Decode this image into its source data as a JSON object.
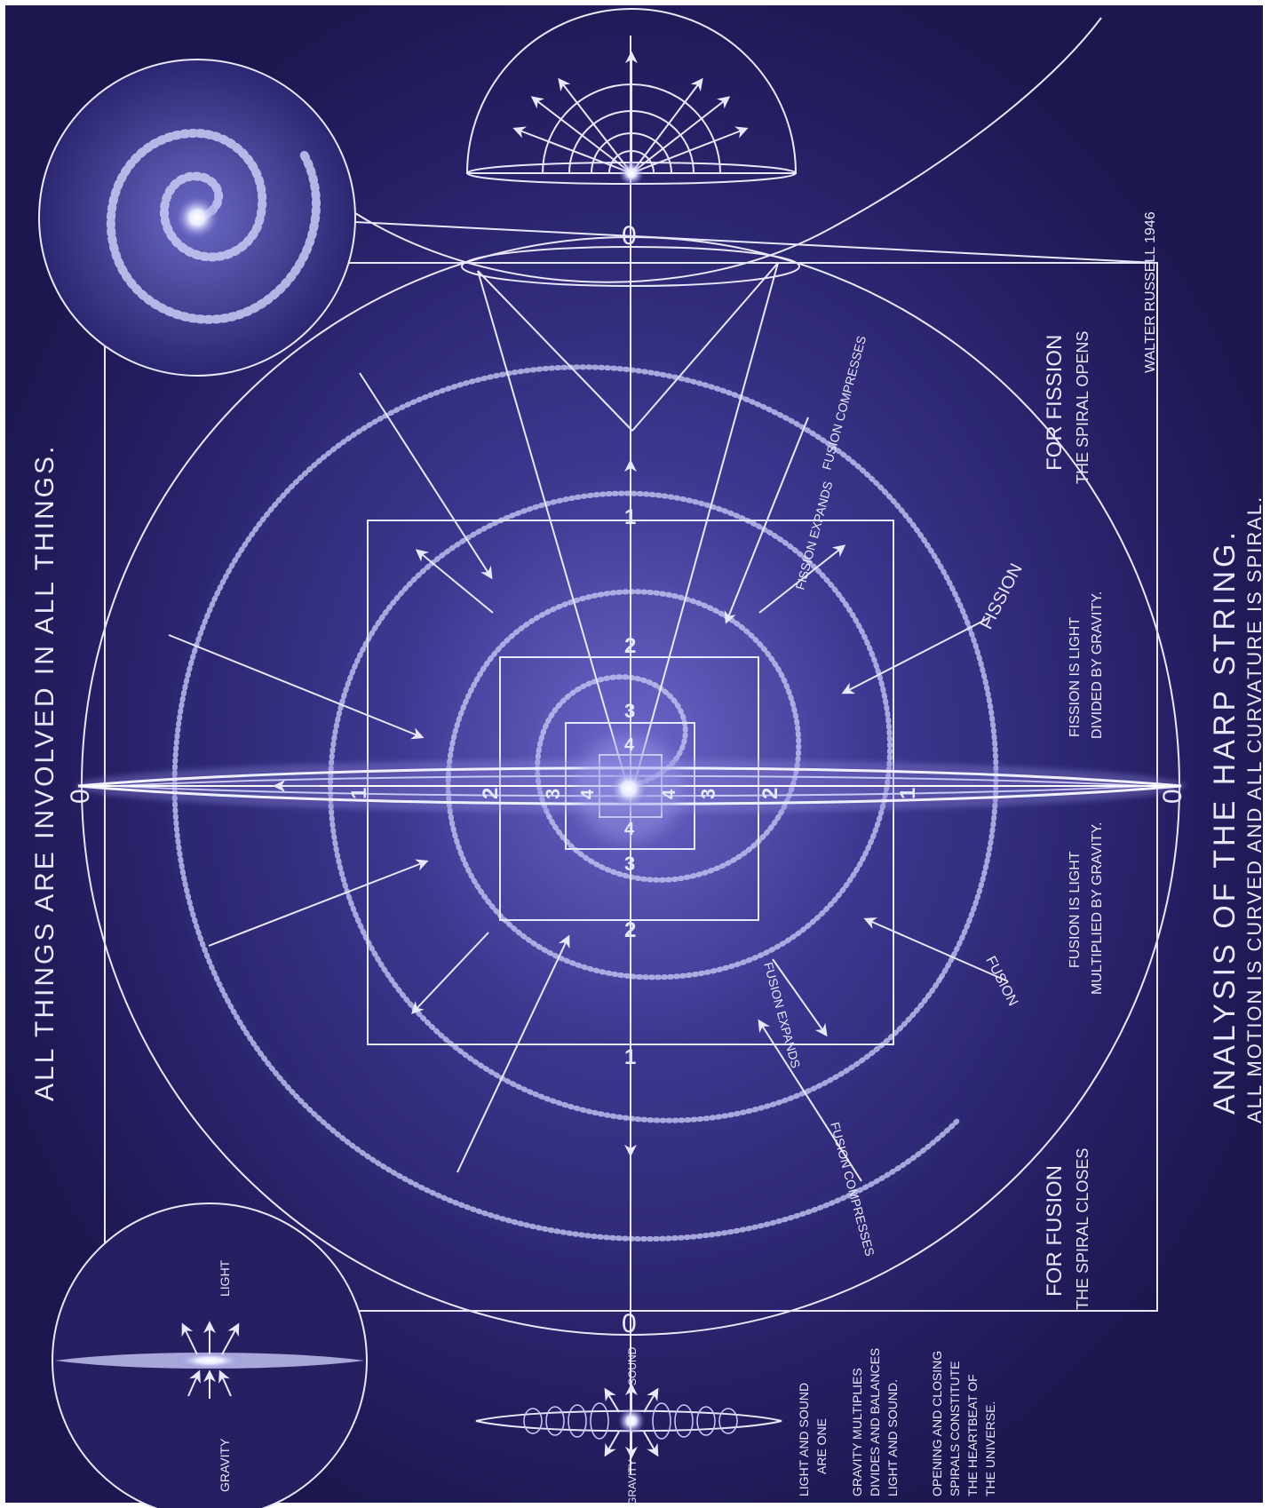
{
  "heading": "ALL THINGS ARE INVOLVED IN ALL THINGS.",
  "title": "ANALYSIS OF THE HARP STRING.",
  "subtitle": "ALL MOTION IS CURVED AND ALL CURVATURE IS SPIRAL.",
  "signature": "WALTER RUSSELL 1946",
  "zero": "0",
  "axis_numbers": [
    "1",
    "2",
    "3",
    "4"
  ],
  "fission": {
    "label": "FISSION",
    "expands": "FISSION EXPANDS",
    "compresses": "FUSION COMPRESSES",
    "for_title": "FOR FISSION",
    "for_sub": "THE SPIRAL OPENS",
    "note_line1": "FISSION IS LIGHT",
    "note_line2": "DIVIDED BY GRAVITY."
  },
  "fusion": {
    "label": "FUSION",
    "label2": "FUSION",
    "expands": "FUSION EXPANDS",
    "compresses": "FUSION COMPRESSES",
    "for_title": "FOR FUSION",
    "for_sub": "THE SPIRAL CLOSES",
    "note_line1": "FUSION IS LIGHT",
    "note_line2": "MULTIPLIED BY GRAVITY."
  },
  "inset": {
    "gravity": "GRAVITY",
    "light": "LIGHT",
    "sound": "SOUND",
    "gravity_small": "GRAVITY"
  },
  "notes": {
    "n1_line1": "LIGHT AND SOUND",
    "n1_line2": "ARE ONE",
    "n2_line1": "GRAVITY MULTIPLIES",
    "n2_line2": "DIVIDES AND BALANCES",
    "n2_line3": "LIGHT AND SOUND.",
    "n3_line1": "OPENING AND CLOSING",
    "n3_line2": "SPIRALS CONSTITUTE",
    "n3_line3": "THE HEARTBEAT OF",
    "n3_line4": "THE UNIVERSE."
  },
  "colors": {
    "background": "#211c57",
    "glow": "#5c58b8",
    "line": "#e6e8fb",
    "spiral": "#b9bcf0"
  }
}
